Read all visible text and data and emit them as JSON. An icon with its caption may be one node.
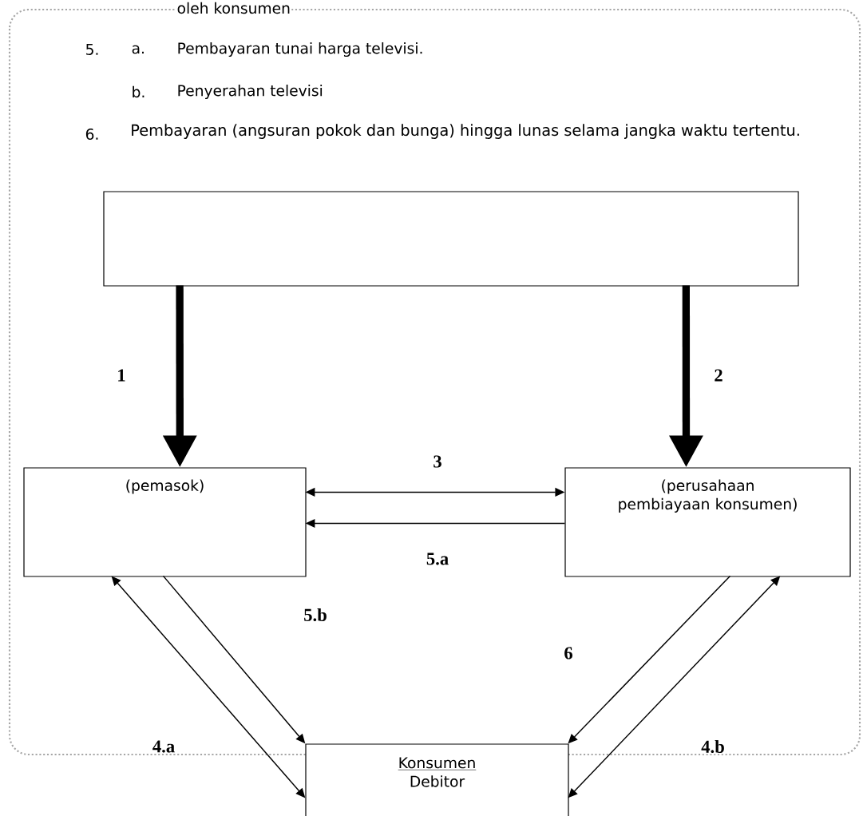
{
  "diagram": {
    "nodes": [
      {
        "text": [],
        "shape": "box"
      },
      {
        "text": [
          "(pemasok)"
        ]
      },
      {
        "text": [
          "(perusahaan pembiayaan konsumen)"
        ]
      },
      {
        "text": [
          "Konsumen",
          "Debitor"
        ]
      }
    ],
    "edges": [
      {
        "from": 0,
        "to": 1,
        "arrow": "to",
        "label": "1",
        "style": "thick"
      },
      {
        "from": 0,
        "to": 2,
        "arrow": "to",
        "label": "2",
        "style": "thick"
      },
      {
        "from": 1,
        "to": 2,
        "arrow": "both",
        "label": "3"
      },
      {
        "from": 2,
        "to": 1,
        "arrow": "to",
        "label": "5.a"
      },
      {
        "from": 1,
        "to": 3,
        "arrow": "both",
        "label": "4.a"
      },
      {
        "from": 1,
        "to": 3,
        "arrow": "to",
        "label": "5.b"
      },
      {
        "from": 2,
        "to": 3,
        "arrow": "to",
        "label": "6"
      },
      {
        "from": 3,
        "to": 2,
        "arrow": "both",
        "label": "4.b"
      }
    ],
    "labels": [
      "oleh konsumen",
      "5.",
      "a.",
      "Pembayaran tunai harga televisi.",
      "b.",
      "Penyerahan televisi",
      "6.",
      "Pembayaran (angsuran pokok dan bunga) hingga lunas selama jangka waktu tertentu."
    ]
  }
}
